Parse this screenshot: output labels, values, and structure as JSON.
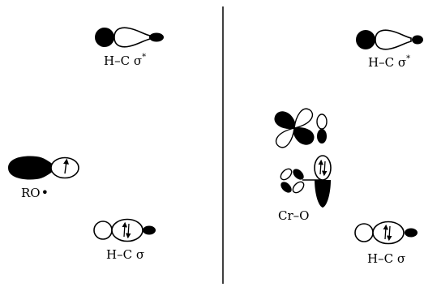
{
  "diagram": {
    "left_panel": {
      "sigma_star_label": "H–C σ",
      "sigma_star_superscript": "*",
      "radical_label": "RO",
      "radical_dot": "•",
      "sigma_label": "H–C σ"
    },
    "right_panel": {
      "sigma_star_label": "H–C σ",
      "sigma_star_superscript": "*",
      "cro_label": "Cr–O",
      "sigma_label": "H–C σ"
    },
    "colors": {
      "ink": "#000000",
      "paper": "#ffffff"
    },
    "electron_symbol": "arrows"
  }
}
